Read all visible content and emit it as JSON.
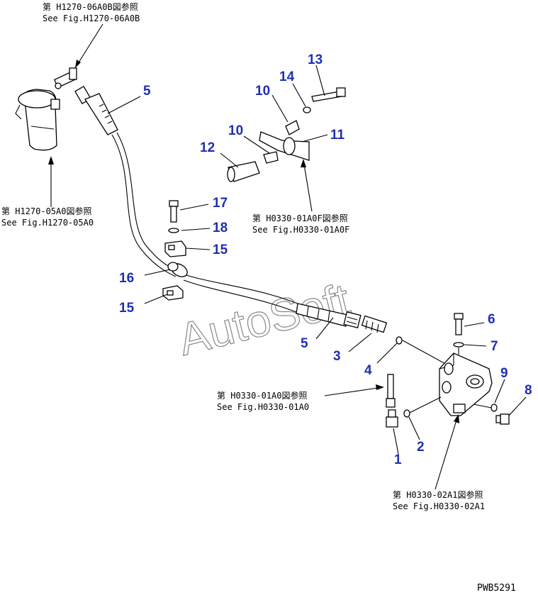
{
  "references": {
    "h1270_06a0b": {
      "jp": "第 H1270-06A0B図参照",
      "en": "See Fig.H1270-06A0B"
    },
    "h1270_05a0": {
      "jp": "第 H1270-05A0図参照",
      "en": "See Fig.H1270-05A0"
    },
    "h0330_01a0f": {
      "jp": "第 H0330-01A0F図参照",
      "en": "See Fig.H0330-01A0F"
    },
    "h0330_01a0": {
      "jp": "第 H0330-01A0図参照",
      "en": "See Fig.H0330-01A0"
    },
    "h0330_02a1": {
      "jp": "第 H0330-02A1図参照",
      "en": "See Fig.H0330-02A1"
    }
  },
  "callouts": {
    "c5_top": "5",
    "c13": "13",
    "c14": "14",
    "c10_top": "10",
    "c10_mid": "10",
    "c11": "11",
    "c12": "12",
    "c17": "17",
    "c18": "18",
    "c15_top": "15",
    "c16": "16",
    "c15_bottom": "15",
    "c5_bottom": "5",
    "c3": "3",
    "c4": "4",
    "c6": "6",
    "c7": "7",
    "c9": "9",
    "c8": "8",
    "c2": "2",
    "c1": "1"
  },
  "watermark": "AutoSoft",
  "drawing_code": "PWB5291",
  "colors": {
    "callout": "#1f2fb4",
    "line": "#000000",
    "watermark": "#888888"
  }
}
